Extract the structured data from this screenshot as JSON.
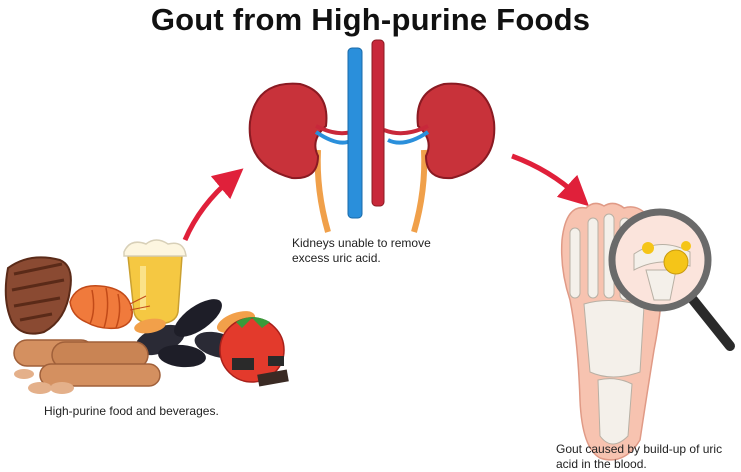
{
  "title": "Gout from High-purine Foods",
  "captions": {
    "kidneys": "Kidneys unable to remove excess uric acid.",
    "food": "High-purine food and beverages.",
    "gout": "Gout caused by build-up of uric acid in the blood."
  },
  "colors": {
    "arrow": "#e0203a",
    "kidney": "#c8323a",
    "vein": "#2a8fdb",
    "artery": "#c8283a",
    "ureter": "#f0a04a",
    "bone": "#f4f0ea",
    "skin": "#f7c3b0",
    "crystal": "#f5c518"
  }
}
